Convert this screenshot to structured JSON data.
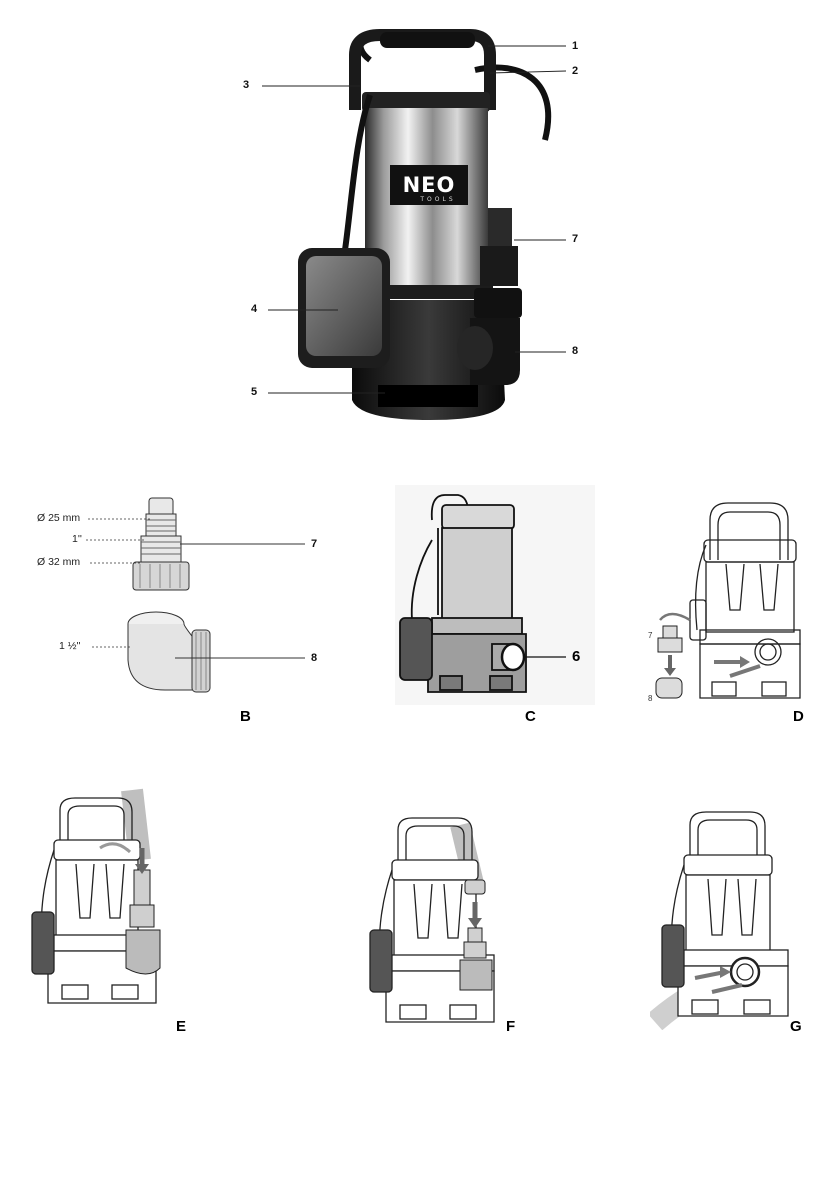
{
  "figure_a": {
    "brand": "NEO",
    "brand_sub": "TOOLS",
    "callouts": [
      "1",
      "2",
      "3",
      "4",
      "5",
      "7",
      "8"
    ]
  },
  "figure_b": {
    "letter": "B",
    "dimensions": [
      "Ø 25 mm",
      "1''",
      "Ø 32 mm",
      "1 ½''"
    ],
    "callouts": [
      "7",
      "8"
    ]
  },
  "figure_c": {
    "letter": "C",
    "callout": "6"
  },
  "figure_d": {
    "letter": "D",
    "callouts": [
      "7",
      "8"
    ]
  },
  "figure_e": {
    "letter": "E"
  },
  "figure_f": {
    "letter": "F"
  },
  "figure_g": {
    "letter": "G"
  }
}
